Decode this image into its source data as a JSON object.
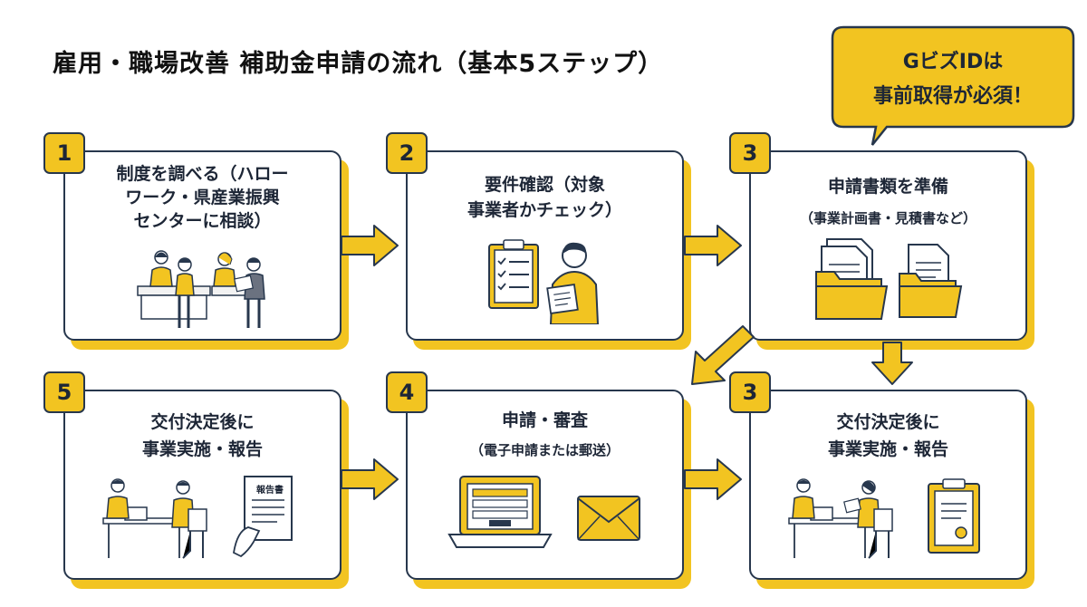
{
  "title": "雇用・職場改善 補助金申請の流れ（基本5ステップ）",
  "callout": {
    "line1": "GビズIDは",
    "line2": "事前取得が必須！"
  },
  "steps": [
    {
      "num": "1",
      "title_lines": [
        "制度を調べる（ハロー",
        "ワーク・県産業振興",
        "センターに相談）"
      ],
      "subtitle": ""
    },
    {
      "num": "2",
      "title_lines": [
        "要件確認（対象",
        "事業者かチェック）"
      ],
      "subtitle": ""
    },
    {
      "num": "3",
      "title_lines": [
        "申請書類を準備"
      ],
      "subtitle": "（事業計画書・見積書など）"
    },
    {
      "num": "5",
      "title_lines": [
        "交付決定後に",
        "事業実施・報告"
      ],
      "subtitle": ""
    },
    {
      "num": "4",
      "title_lines": [
        "申請・審査"
      ],
      "subtitle": "（電子申請または郵送）"
    },
    {
      "num": "3",
      "title_lines": [
        "交付決定後に",
        "事業実施・報告"
      ],
      "subtitle": ""
    }
  ],
  "report_label": "報告書",
  "colors": {
    "accent": "#f2c421",
    "ink": "#27374d"
  },
  "icons": [
    "consultation-scene-icon",
    "checklist-clipboard-icon",
    "person-reading-icon",
    "document-folder-icon",
    "office-meeting-icon",
    "report-document-icon",
    "laptop-form-icon",
    "envelope-icon",
    "clipboard-certificate-icon"
  ]
}
